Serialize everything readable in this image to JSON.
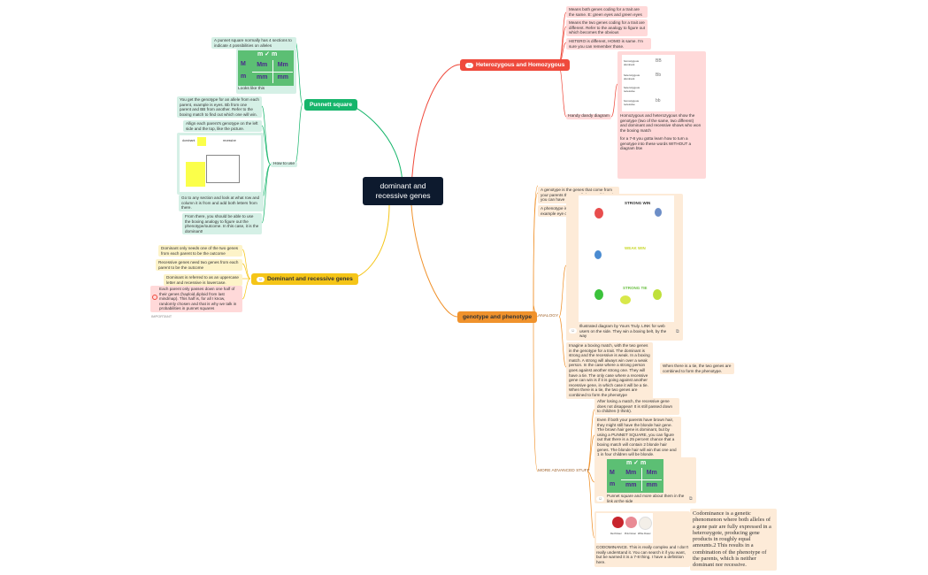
{
  "central": {
    "title_line1": "dominant and",
    "title_line2": "recessive genes"
  },
  "colors": {
    "punnett": "#16b56b",
    "hetero": "#ef4a3c",
    "dominant": "#f5c518",
    "genotype": "#f0922c",
    "central_bg": "#0d1a2e"
  },
  "punnett": {
    "label": "Punnett square",
    "note1": "A punnet square normally has 4 sections to indicate 4 possibilities on alleles",
    "caption": "Looks like this",
    "howto_label": "How to use",
    "steps": [
      "You get the genotype for an allele from each parent, example is eyes. Bb from one parent and BB from another. Refer to the boxing match to find out which one will win.",
      "Allign each parent's genotype on the left side and the top, like the picture.",
      "Go to any section and look at what row and column it is from and add both letters from there.",
      "From there, you should be able to use the boxing analogy to figure out the phenotype/outcome. In this case, it is the dominant!"
    ],
    "grid_cells": [
      "M",
      "Mm",
      "Mm",
      "mm",
      "mm"
    ],
    "sketch_labels": [
      "dominant",
      "recessive"
    ]
  },
  "hetero": {
    "label": "Heterozygous and Homozygous",
    "items": [
      "Means both genes coding for a trait are the same. E: green eyes and green eyes",
      "Means the two genes coding for a trait are different. Refer to the analogy to figure out which becomes the obvious",
      "HETERO is different, HOMO is same. I'm sure you can remember those."
    ],
    "diagram_label": "Handy dandy diagram",
    "diagram_rows": [
      "homozygous dominant",
      "heterozygous dominant",
      "heterozygous recessive",
      "homozygous recessive"
    ],
    "diagram_values": [
      "BB",
      "Bb",
      "bb"
    ],
    "diagram_note1": "Homozygous and heterozygous show the genotype (two of the same, two different) and dominant and recessive shows who won the boxing match",
    "diagram_note2": "for a 7-8 you gotta learn how to turn a genotype into these words WITHOUT a diagram btw"
  },
  "dominant": {
    "label": "Dominant and recessive genes",
    "items": [
      "Dominant only needs one of the two genes from each parent to be the outcome",
      "Recessive genes need two genes from each parent to be the outcome",
      "Dominant is referred to as an uppercase letter and recessive is lowercase."
    ],
    "important_text": "Each parent only passes down one half of their genes (haploid,diploid from last mindmap). This half is, for all I know, randomly chosen and that is why we talk in probabilities in punnet squares",
    "important_label": "IMPORTANT"
  },
  "genotype": {
    "label": "genotype and phenotype",
    "def1": "A genotype is the genes that come from your parents that are all the possible traits you can have",
    "def2": "A phenotype is the gene that is visible, for example eye color",
    "analogy_label": "ANALOGY",
    "analogy_panels": [
      "STRONG WIN",
      "WEAK WIN",
      "STRONG TIE"
    ],
    "analogy_caption": "Illustrated diagram by Yours Truly. LINK for web users on the side. They win a boxing belt, by the way",
    "analogy_text": "Imagine a boxing match, with the two genes in the genotype for a trait. The dominant is strong and the recessive is weak. In a boxing match. A strong will always win over a weak person. In the case where a strong person goes against another strong one. They will have a tie. The only case where a recessive gene can win is if it is going against another recessive gene, in which case it will be a tie. When there is a tie, the two genes are combined to form the phenotype",
    "tie_note": "When there is a tie, the two genes are combined to form the phenotype.",
    "advanced_label": "MORE ADVANCED STUFF",
    "adv1": "After losing a match, the recessive gene does not disappear! It is still passed down to children (I think).",
    "adv2": "Even if both your parents have brown hair, they might still have the blonde hair gene. The brown hair gene is dominant, but by using a PUNNET SQUARE, you can figure out that there is a 25 percent chance that a boxing match will contain 2 blonde hair genes. The blonde hair will win that one and 1 in four children will be blonde.",
    "adv_caption": "Punnet square and more about them in the link at the side",
    "codominance_caption": "CODOMINANCE. This is really complex and I don't really understand it. You can search it if you want, but be warned it is a 7-8 thing. I have a definition here.",
    "codominance_def": "Codominance is a genetic phenomenon where both alleles of a gene pair are fully expressed in a heterozygote, producing gene products in roughly equal amounts.2 This results in a combination of the phenotype of the parents, which is neither dominant nor recessive.",
    "flower_labels": [
      "Red Flower",
      "Pink Flower",
      "White Flower"
    ]
  }
}
